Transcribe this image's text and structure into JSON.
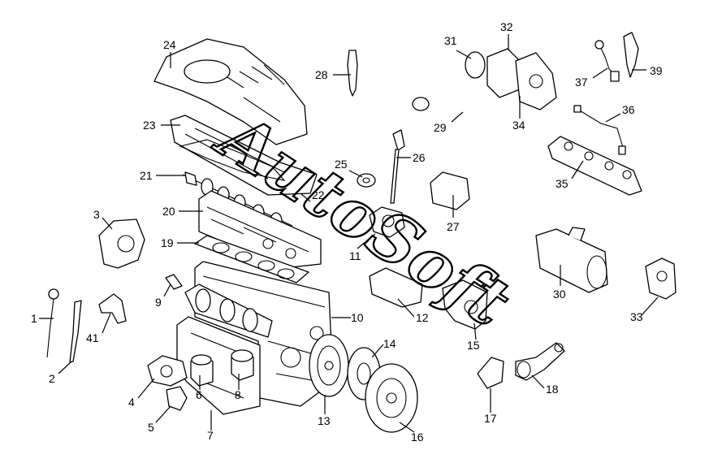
{
  "diagram": {
    "watermark": "AutoSoft",
    "callouts": [
      {
        "id": "c1",
        "label": "1"
      },
      {
        "id": "c2",
        "label": "2"
      },
      {
        "id": "c3",
        "label": "3"
      },
      {
        "id": "c4",
        "label": "4"
      },
      {
        "id": "c5",
        "label": "5"
      },
      {
        "id": "c6",
        "label": "6"
      },
      {
        "id": "c7",
        "label": "7"
      },
      {
        "id": "c8",
        "label": "8"
      },
      {
        "id": "c9",
        "label": "9"
      },
      {
        "id": "c10",
        "label": "10"
      },
      {
        "id": "c11",
        "label": "11"
      },
      {
        "id": "c12",
        "label": "12"
      },
      {
        "id": "c13",
        "label": "13"
      },
      {
        "id": "c14",
        "label": "14"
      },
      {
        "id": "c15",
        "label": "15"
      },
      {
        "id": "c16",
        "label": "16"
      },
      {
        "id": "c17",
        "label": "17"
      },
      {
        "id": "c18",
        "label": "18"
      },
      {
        "id": "c19",
        "label": "19"
      },
      {
        "id": "c20",
        "label": "20"
      },
      {
        "id": "c21",
        "label": "21"
      },
      {
        "id": "c22",
        "label": "22"
      },
      {
        "id": "c23",
        "label": "23"
      },
      {
        "id": "c24",
        "label": "24"
      },
      {
        "id": "c25",
        "label": "25"
      },
      {
        "id": "c26",
        "label": "26"
      },
      {
        "id": "c27",
        "label": "27"
      },
      {
        "id": "c28",
        "label": "28"
      },
      {
        "id": "c29",
        "label": "29"
      },
      {
        "id": "c30",
        "label": "30"
      },
      {
        "id": "c31",
        "label": "31"
      },
      {
        "id": "c32",
        "label": "32"
      },
      {
        "id": "c33",
        "label": "33"
      },
      {
        "id": "c34",
        "label": "34"
      },
      {
        "id": "c35",
        "label": "35"
      },
      {
        "id": "c36",
        "label": "36"
      },
      {
        "id": "c37",
        "label": "37"
      },
      {
        "id": "c39",
        "label": "39"
      },
      {
        "id": "c41",
        "label": "41"
      }
    ]
  }
}
